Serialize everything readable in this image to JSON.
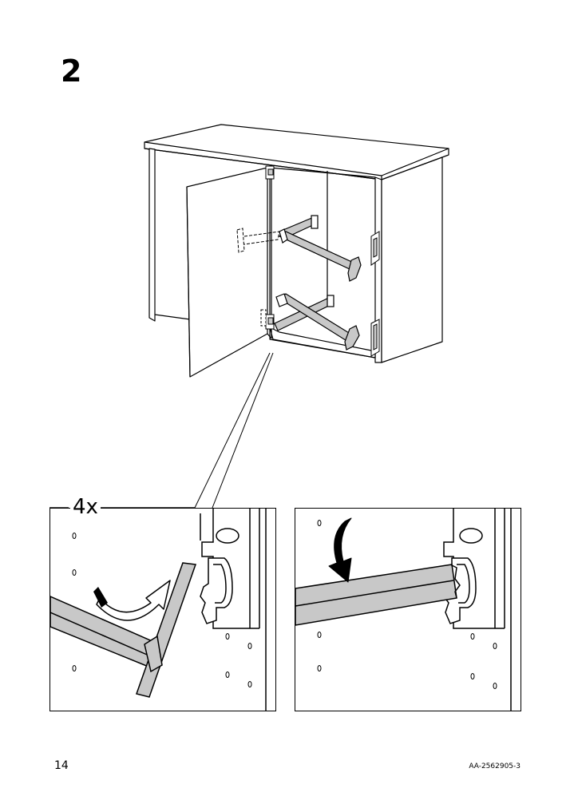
{
  "step": {
    "number": "2"
  },
  "detail": {
    "quantity": "4x"
  },
  "footer": {
    "page_number": "14",
    "document_code": "AA-2562905-3"
  },
  "icons": {
    "main": "cabinet-with-door-and-rails-icon",
    "rotate": "curved-rotate-arrow-icon",
    "push": "curved-down-arrow-icon"
  }
}
